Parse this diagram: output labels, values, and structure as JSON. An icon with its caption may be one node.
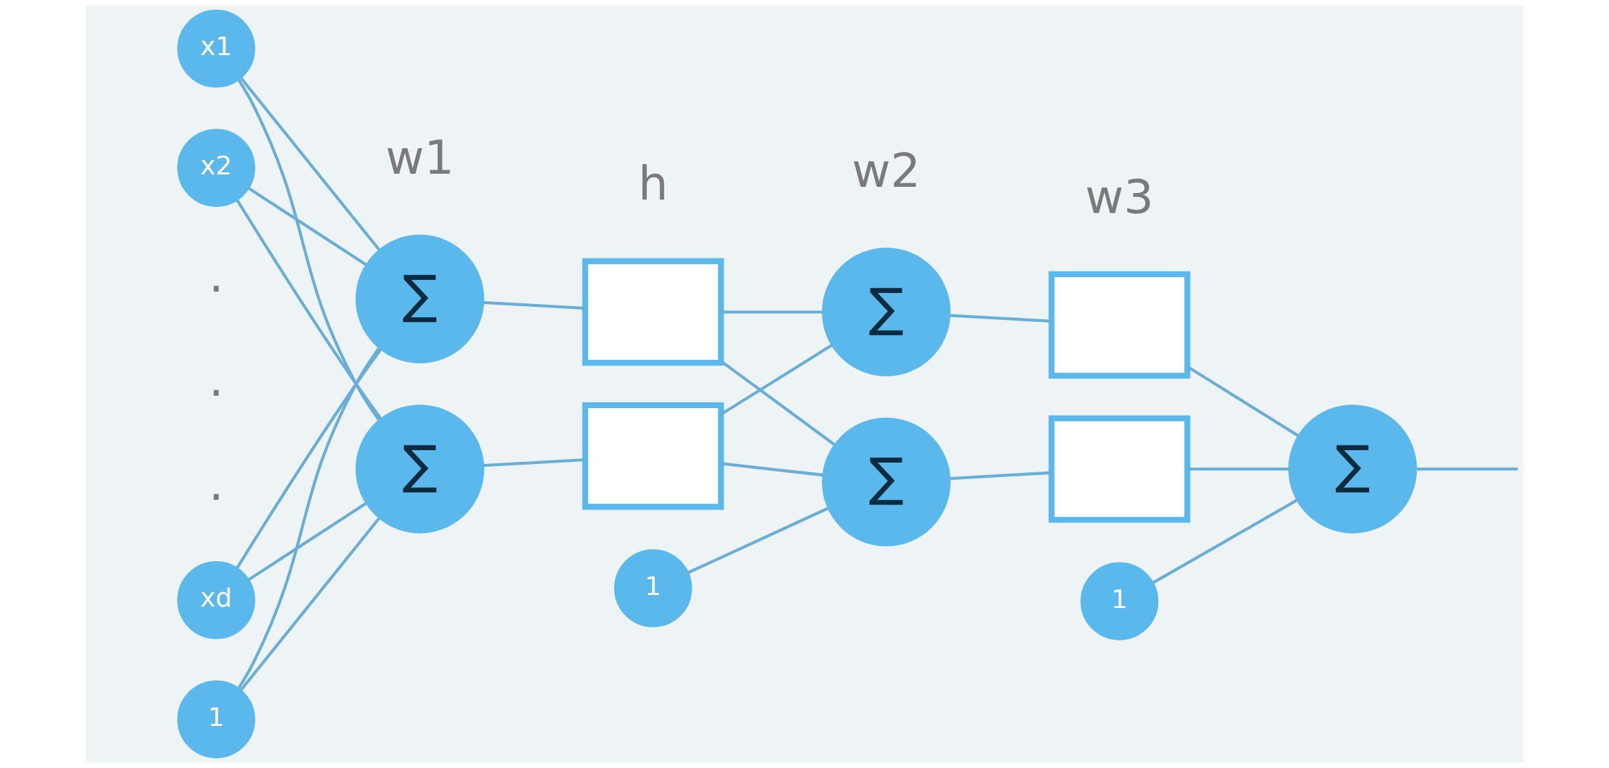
{
  "diagram": {
    "nodes": [
      {
        "text": [
          "x1"
        ]
      },
      {
        "text": [
          "x2"
        ]
      },
      {
        "text": [
          "xd"
        ]
      },
      {
        "text": [
          "1"
        ]
      },
      {
        "text": [
          "∑"
        ]
      },
      {
        "text": [
          "∑"
        ]
      },
      {
        "text": [],
        "shape": "box"
      },
      {
        "text": [],
        "shape": "box"
      },
      {
        "text": [
          "∑"
        ]
      },
      {
        "text": [
          "∑"
        ]
      },
      {
        "text": [
          "1"
        ]
      },
      {
        "text": [],
        "shape": "box"
      },
      {
        "text": [],
        "shape": "box"
      },
      {
        "text": [
          "∑"
        ]
      },
      {
        "text": [
          "1"
        ]
      }
    ],
    "edges": [
      {
        "from": 0,
        "to": 4,
        "arrow": "none"
      },
      {
        "from": 0,
        "to": 5,
        "arrow": "none"
      },
      {
        "from": 1,
        "to": 4,
        "arrow": "none"
      },
      {
        "from": 1,
        "to": 5,
        "arrow": "none"
      },
      {
        "from": 2,
        "to": 4,
        "arrow": "none"
      },
      {
        "from": 2,
        "to": 5,
        "arrow": "none"
      },
      {
        "from": 3,
        "to": 4,
        "arrow": "none"
      },
      {
        "from": 3,
        "to": 5,
        "arrow": "none"
      },
      {
        "from": 4,
        "to": 6,
        "arrow": "none"
      },
      {
        "from": 5,
        "to": 7,
        "arrow": "none"
      },
      {
        "from": 6,
        "to": 8,
        "arrow": "none"
      },
      {
        "from": 6,
        "to": 9,
        "arrow": "none"
      },
      {
        "from": 7,
        "to": 8,
        "arrow": "none"
      },
      {
        "from": 7,
        "to": 9,
        "arrow": "none"
      },
      {
        "from": 10,
        "to": 9,
        "arrow": "none"
      },
      {
        "from": 8,
        "to": 11,
        "arrow": "none"
      },
      {
        "from": 9,
        "to": 12,
        "arrow": "none"
      },
      {
        "from": 11,
        "to": 13,
        "arrow": "none"
      },
      {
        "from": 12,
        "to": 13,
        "arrow": "none"
      },
      {
        "from": 14,
        "to": 13,
        "arrow": "none"
      },
      {
        "from": 13,
        "to": null,
        "arrow": "none"
      }
    ],
    "labels": [
      "w1",
      "h",
      "w2",
      ".",
      "w3",
      ".",
      "."
    ]
  }
}
